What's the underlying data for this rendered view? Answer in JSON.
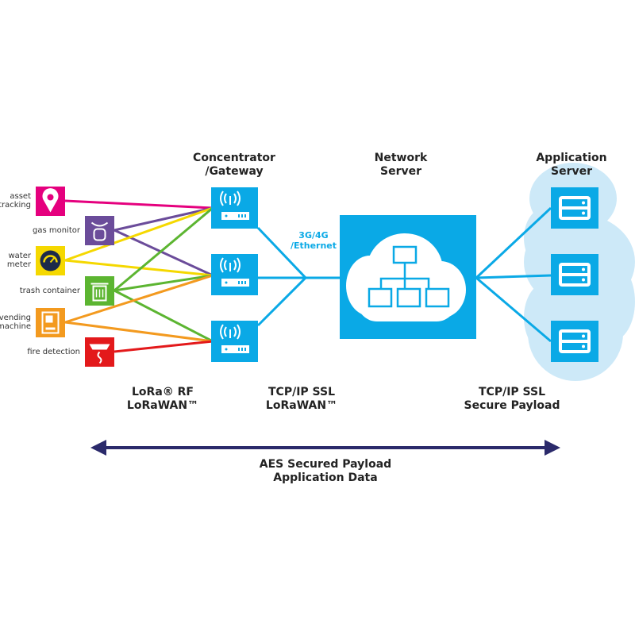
{
  "headers": {
    "gateway": [
      "Concentrator",
      "/Gateway"
    ],
    "network": [
      "Network",
      "Server"
    ],
    "application": [
      "Application",
      "Server"
    ]
  },
  "devices": [
    {
      "label": [
        "asset",
        "tracking"
      ],
      "icon": "location-pin-icon",
      "color": "#e5007e"
    },
    {
      "label": [
        "gas monitor"
      ],
      "icon": "gas-canister-icon",
      "color": "#6b4c9a"
    },
    {
      "label": [
        "water",
        "meter"
      ],
      "icon": "gauge-icon",
      "color": "#f5d800"
    },
    {
      "label": [
        "trash container"
      ],
      "icon": "trash-icon",
      "color": "#5cb531"
    },
    {
      "label": [
        "vending",
        "machine"
      ],
      "icon": "vending-machine-icon",
      "color": "#f39a1f"
    },
    {
      "label": [
        "fire detection"
      ],
      "icon": "smoke-detector-icon",
      "color": "#e3191b"
    }
  ],
  "backhaul_label": [
    "3G/4G",
    "/Ethernet"
  ],
  "protocols": {
    "rf": [
      "LoRa® RF",
      "LoRaWAN™"
    ],
    "backhaul": [
      "TCP/IP SSL",
      "LoRaWAN™"
    ],
    "app": [
      "TCP/IP SSL",
      "Secure Payload"
    ]
  },
  "aes": [
    "AES Secured Payload",
    "Application Data"
  ],
  "colors": {
    "accent": "#0aa9e6",
    "cloud": "#cde9f8",
    "arrow": "#2b2a6b"
  }
}
